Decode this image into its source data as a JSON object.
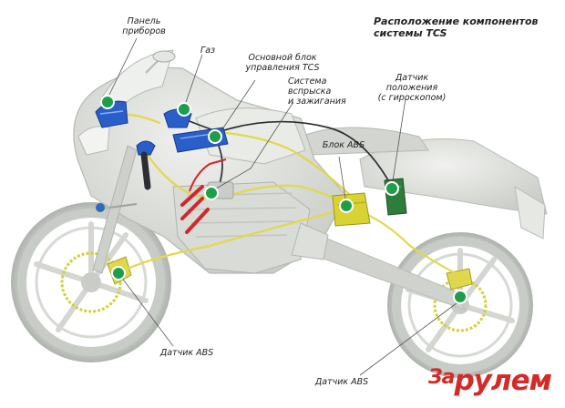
{
  "title": "Расположение компонентов\nсистемы TCS",
  "components": [
    {
      "id": "instrument-panel",
      "label": "Панель\nприборов"
    },
    {
      "id": "throttle",
      "label": "Газ"
    },
    {
      "id": "tcs-control-unit",
      "label": "Основной блок\nуправления TCS"
    },
    {
      "id": "injection-ignition",
      "label": "Система\nвспрыска\nи зажигания"
    },
    {
      "id": "abs-unit",
      "label": "Блок ABS"
    },
    {
      "id": "position-sensor",
      "label": "Датчик\nположения\n(с гироскопом)"
    },
    {
      "id": "front-abs-sensor",
      "label": "Датчик ABS"
    },
    {
      "id": "rear-abs-sensor",
      "label": "Датчик ABS"
    }
  ],
  "logo": {
    "prefix": "За",
    "main": "рулем"
  },
  "colors": {
    "marker": "#1e9e4a",
    "harness_yellow": "#e2d84a",
    "harness_dark": "#2b2f33",
    "component_blue": "#2a5fc9",
    "component_red": "#d0272a",
    "component_yellow": "#d8d234",
    "component_green": "#2f7d3b",
    "bike_body": "#d9dcd8",
    "logo_red": "#d32b27"
  }
}
